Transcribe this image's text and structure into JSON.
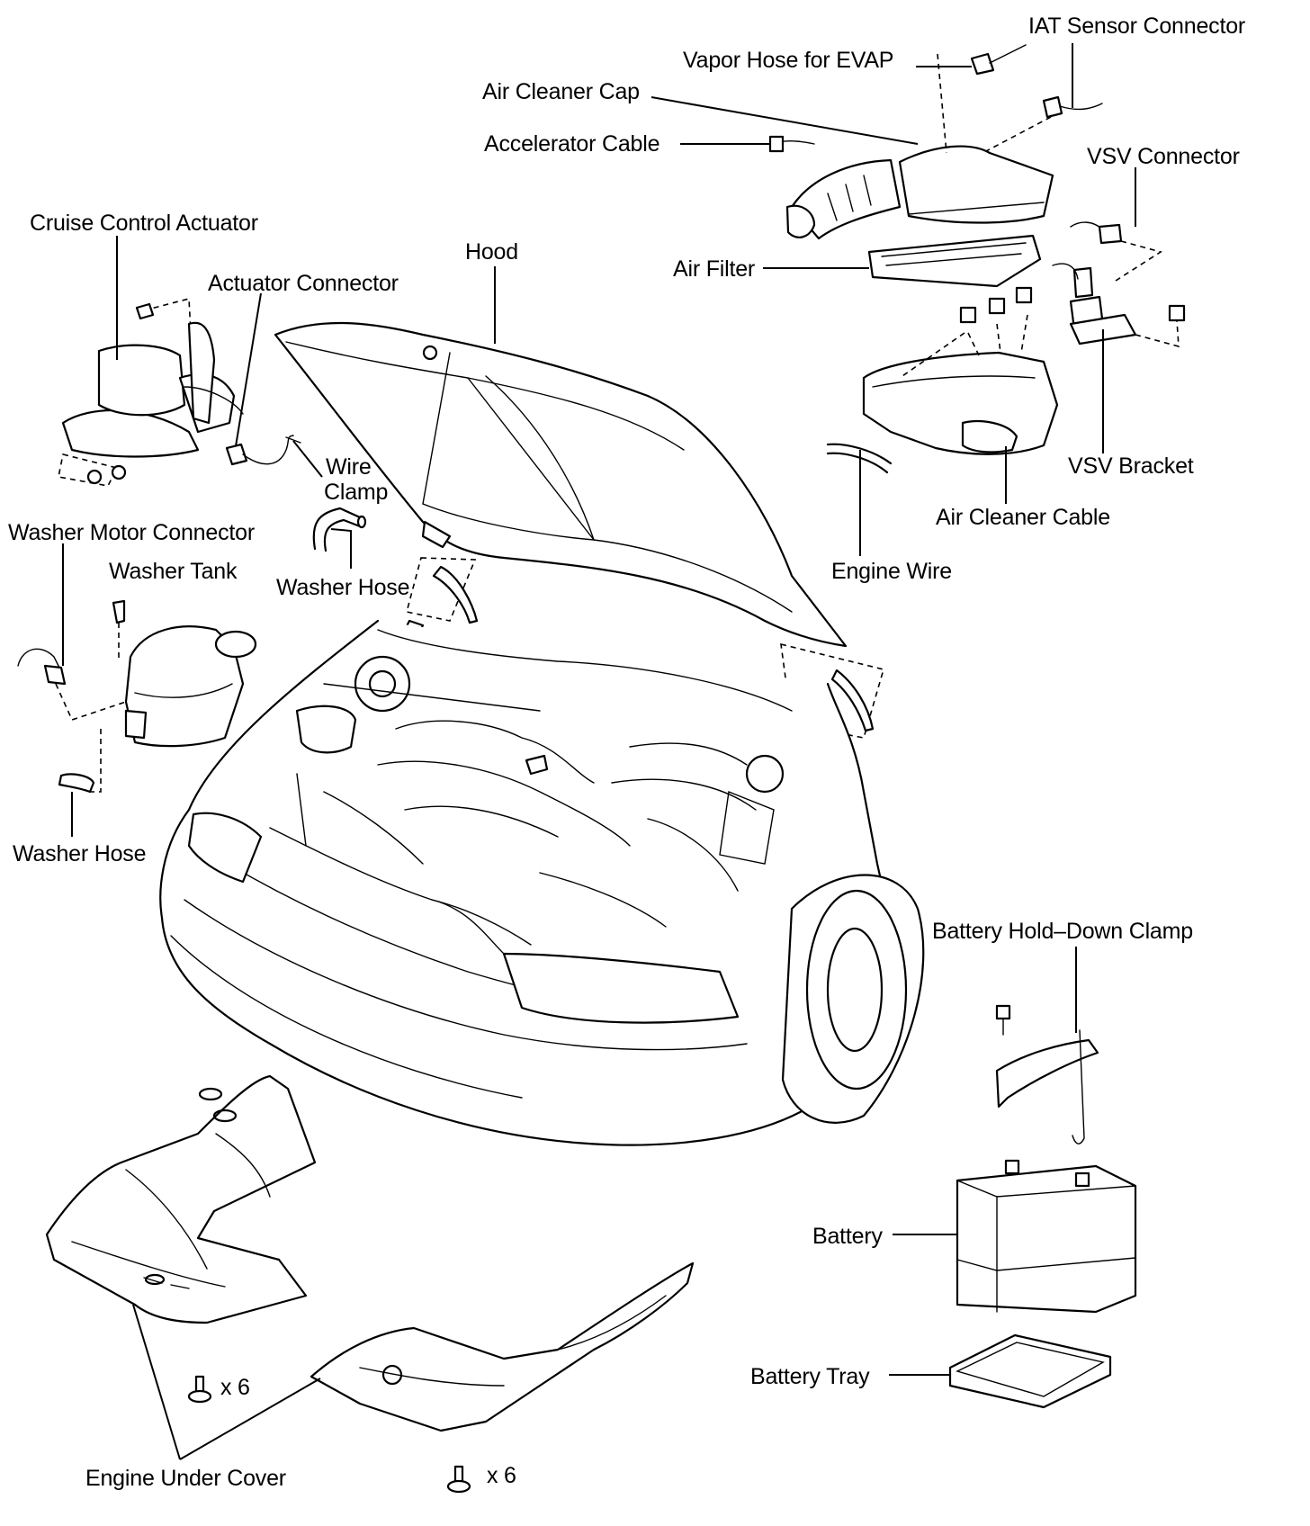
{
  "diagram": {
    "labels": {
      "iat_sensor_connector": "IAT Sensor Connector",
      "vapor_hose_evap": "Vapor Hose for EVAP",
      "air_cleaner_cap": "Air Cleaner Cap",
      "accelerator_cable": "Accelerator Cable",
      "vsv_connector": "VSV Connector",
      "cruise_control_actuator": "Cruise Control Actuator",
      "hood": "Hood",
      "actuator_connector": "Actuator Connector",
      "air_filter": "Air Filter",
      "wire_clamp_line1": "Wire",
      "wire_clamp_line2": "Clamp",
      "vsv_bracket": "VSV Bracket",
      "air_cleaner_cable": "Air Cleaner Cable",
      "washer_motor_connector": "Washer Motor Connector",
      "washer_tank": "Washer Tank",
      "washer_hose_upper": "Washer Hose",
      "engine_wire": "Engine Wire",
      "washer_hose_lower": "Washer Hose",
      "battery_hold_down_clamp": "Battery Hold–Down Clamp",
      "battery": "Battery",
      "battery_tray": "Battery Tray",
      "bolt_qty_left": "x 6",
      "bolt_qty_right": "x 6",
      "engine_under_cover": "Engine Under Cover"
    }
  }
}
